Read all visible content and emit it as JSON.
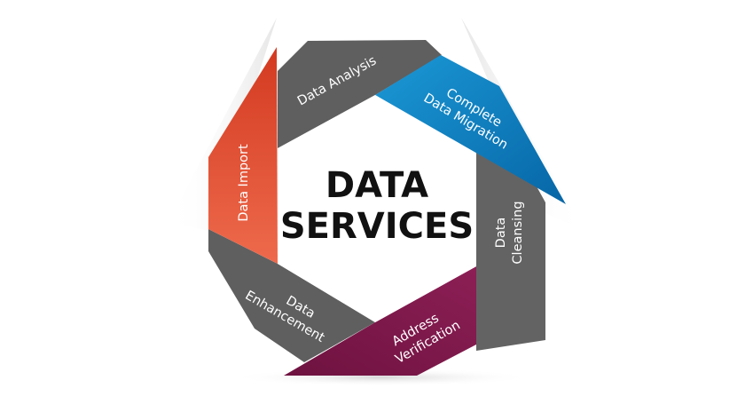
{
  "title": {
    "line1": "DATA",
    "line2": "SERVICES"
  },
  "segments": {
    "analysis": {
      "lines": [
        "Data Analysis"
      ],
      "color": "#5f5f5f"
    },
    "migration": {
      "lines": [
        "Complete",
        "Data Migration"
      ],
      "color": "#0a78b8"
    },
    "cleansing": {
      "lines": [
        "Data",
        "Cleansing"
      ],
      "color": "#626262"
    },
    "verification": {
      "lines": [
        "Address",
        "Verification"
      ],
      "color": "#7d1849"
    },
    "enhancement": {
      "lines": [
        "Data",
        "Enhancement"
      ],
      "color": "#5f5f5f"
    },
    "import": {
      "lines": [
        "Data Import"
      ],
      "color": "#e0482a"
    }
  }
}
